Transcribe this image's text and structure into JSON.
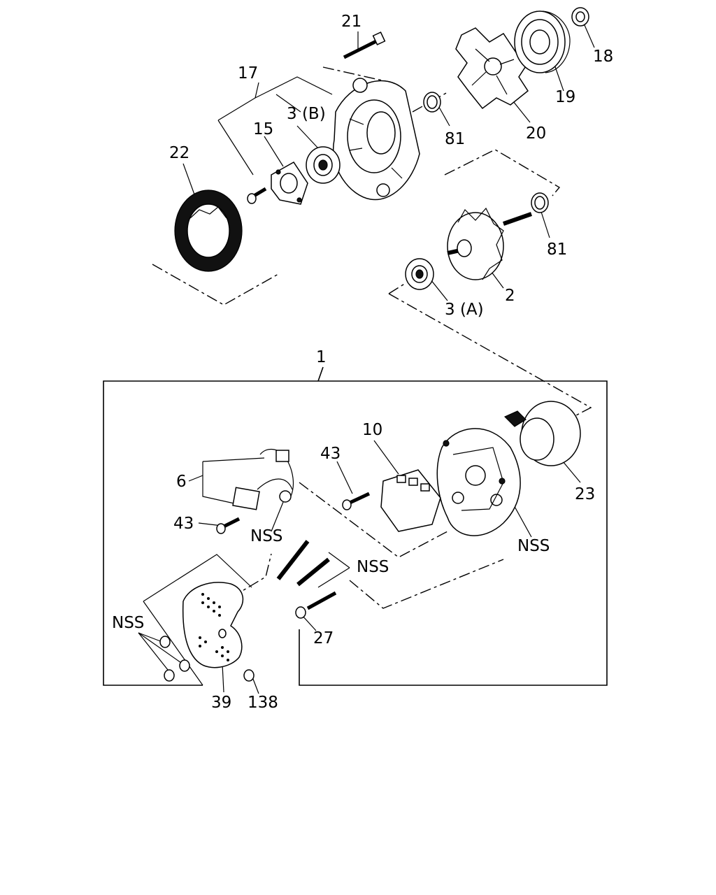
{
  "diagram": {
    "callouts": {
      "c1": "1",
      "c2": "2",
      "c3a": "3 (A)",
      "c3b": "3 (B)",
      "c6": "6",
      "c10": "10",
      "c15": "15",
      "c17": "17",
      "c18": "18",
      "c19": "19",
      "c20": "20",
      "c21": "21",
      "c22": "22",
      "c23": "23",
      "c27": "27",
      "c39": "39",
      "c43a": "43",
      "c43b": "43",
      "c81a": "81",
      "c81b": "81",
      "c138": "138",
      "nss_a": "NSS",
      "nss_b": "NSS",
      "nss_c": "NSS",
      "nss_d": "NSS"
    }
  }
}
